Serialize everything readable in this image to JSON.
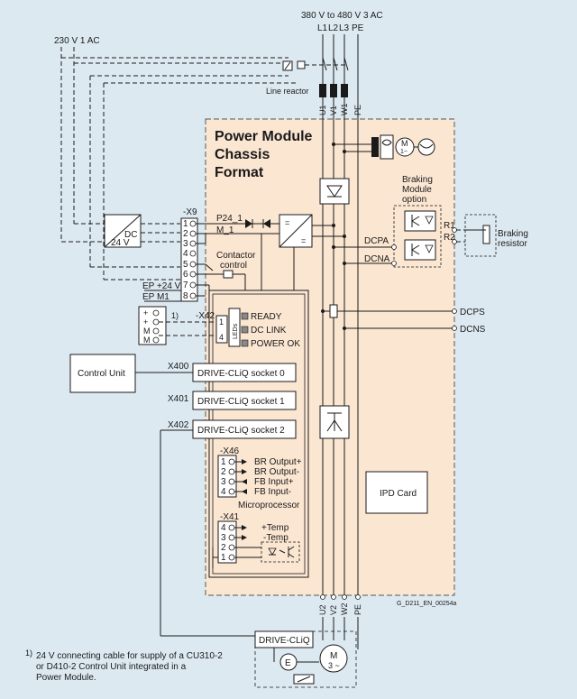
{
  "supply": {
    "three_phase": "380 V to 480 V 3 AC",
    "single_phase": "230 V 1 AC",
    "phases": [
      "L1",
      "L2",
      "L3",
      "PE"
    ],
    "line_reactor": "Line reactor",
    "motor_terms_top": [
      "U1",
      "V1",
      "W1",
      "PE"
    ],
    "motor_terms_bottom": [
      "U2",
      "V2",
      "W2",
      "PE"
    ]
  },
  "module": {
    "title_line1": "Power Module",
    "title_line2": "Chassis",
    "title_line3": "Format",
    "braking_line1": "Braking",
    "braking_line2": "Module",
    "braking_line3": "option",
    "r1": "R1",
    "r2": "R2",
    "braking_resistor_line1": "Braking",
    "braking_resistor_line2": "resistor",
    "dcpa": "DCPA",
    "dcna": "DCNA",
    "dcps": "DCPS",
    "dcns": "DCNS",
    "ipd_card": "IPD Card",
    "figure_id": "G_D211_EN_00254a"
  },
  "x9": {
    "label": "-X9",
    "pins": [
      "1",
      "2",
      "3",
      "4",
      "5",
      "6",
      "7",
      "8"
    ],
    "p24": "P24_1",
    "m1": "M_1",
    "dc_top": "DC",
    "dc_bottom": "24 V",
    "contactor_line1": "Contactor",
    "contactor_line2": "control",
    "ep24": "EP +24 V",
    "epm1": "EP M1"
  },
  "x42": {
    "label": "-X42",
    "footnote_ref": "1)",
    "pins": [
      "1",
      "4"
    ],
    "leds_label": "LEDs",
    "plug_labels": [
      "+",
      "+",
      "M",
      "M"
    ],
    "leds": [
      "READY",
      "DC LINK",
      "POWER OK"
    ]
  },
  "control_unit": "Control Unit",
  "sockets": [
    {
      "port": "X400",
      "label": "DRIVE-CLiQ socket 0"
    },
    {
      "port": "X401",
      "label": "DRIVE-CLiQ socket 1"
    },
    {
      "port": "X402",
      "label": "DRIVE-CLiQ socket 2"
    }
  ],
  "x46": {
    "label": "-X46",
    "pins": [
      "1",
      "2",
      "3",
      "4"
    ],
    "signals": [
      "BR Output+",
      "BR Output-",
      "FB Input+",
      "FB Input-"
    ],
    "microprocessor": "Microprocessor"
  },
  "x41": {
    "label": "-X41",
    "pins": [
      "4",
      "3",
      "2",
      "1"
    ],
    "signals": [
      "+Temp",
      "-Temp"
    ]
  },
  "motor": {
    "drive_cliq": "DRIVE-CLiQ",
    "encoder": "E",
    "motor_m": "M",
    "motor_tilde": "3 ~",
    "small_m": "M",
    "small_tilde": "1~"
  },
  "footnote": {
    "marker": "1)",
    "line1": "24 V connecting cable for supply of a CU310-2",
    "line2": "or D410-2 Control Unit integrated in a",
    "line3": "Power Module."
  }
}
